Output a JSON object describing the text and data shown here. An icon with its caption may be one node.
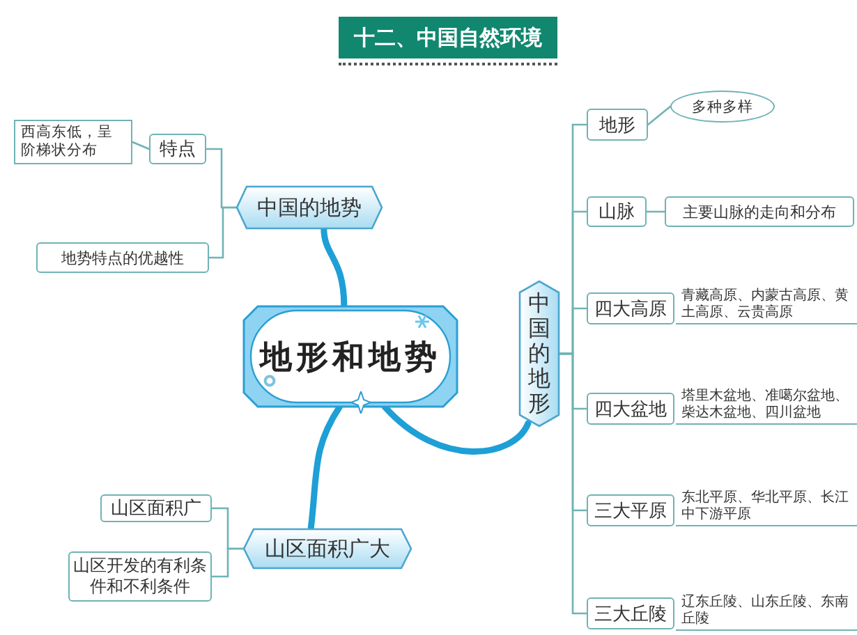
{
  "diagram": {
    "title": "十二、中国自然环境",
    "nodes": [
      {
        "text": [
          "地形和地势"
        ]
      },
      {
        "text": [
          "中国的地势"
        ]
      },
      {
        "text": [
          "特点"
        ]
      },
      {
        "text": [
          "西高东低，呈阶梯状分布"
        ]
      },
      {
        "text": [
          "地势特点的优越性"
        ]
      },
      {
        "text": [
          "山区面积广大"
        ]
      },
      {
        "text": [
          "山区面积广"
        ]
      },
      {
        "text": [
          "山区开发的有利条件和不利条件"
        ]
      },
      {
        "text": [
          "中国的地形"
        ]
      },
      {
        "text": [
          "地形"
        ]
      },
      {
        "text": [
          "多种多样"
        ]
      },
      {
        "text": [
          "山脉"
        ]
      },
      {
        "text": [
          "主要山脉的走向和分布"
        ]
      },
      {
        "text": [
          "四大高原"
        ]
      },
      {
        "text": [
          "青藏高原、内蒙古高原、黄土高原、云贵高原"
        ]
      },
      {
        "text": [
          "四大盆地"
        ]
      },
      {
        "text": [
          "塔里木盆地、准噶尔盆地、柴达木盆地、四川盆地"
        ]
      },
      {
        "text": [
          "三大平原"
        ]
      },
      {
        "text": [
          "东北平原、华北平原、长江中下游平原"
        ]
      },
      {
        "text": [
          "三大丘陵"
        ]
      },
      {
        "text": [
          "辽东丘陵、山东丘陵、东南丘陵"
        ]
      }
    ],
    "edges": [
      {
        "from": 0,
        "to": 1,
        "arrow": "none",
        "style": "thick",
        "color": "#1e9fd6"
      },
      {
        "from": 0,
        "to": 5,
        "arrow": "none",
        "style": "thick",
        "color": "#1e9fd6"
      },
      {
        "from": 0,
        "to": 8,
        "arrow": "none",
        "style": "thick",
        "color": "#1e9fd6"
      },
      {
        "from": 1,
        "to": 2,
        "arrow": "none"
      },
      {
        "from": 1,
        "to": 4,
        "arrow": "none"
      },
      {
        "from": 2,
        "to": 3,
        "arrow": "none"
      },
      {
        "from": 5,
        "to": 6,
        "arrow": "none"
      },
      {
        "from": 5,
        "to": 7,
        "arrow": "none"
      },
      {
        "from": 8,
        "to": 9,
        "arrow": "none"
      },
      {
        "from": 8,
        "to": 11,
        "arrow": "none"
      },
      {
        "from": 8,
        "to": 13,
        "arrow": "none"
      },
      {
        "from": 8,
        "to": 15,
        "arrow": "none"
      },
      {
        "from": 8,
        "to": 17,
        "arrow": "none"
      },
      {
        "from": 8,
        "to": 19,
        "arrow": "none"
      },
      {
        "from": 9,
        "to": 10,
        "arrow": "none"
      },
      {
        "from": 11,
        "to": 12,
        "arrow": "none"
      }
    ]
  }
}
